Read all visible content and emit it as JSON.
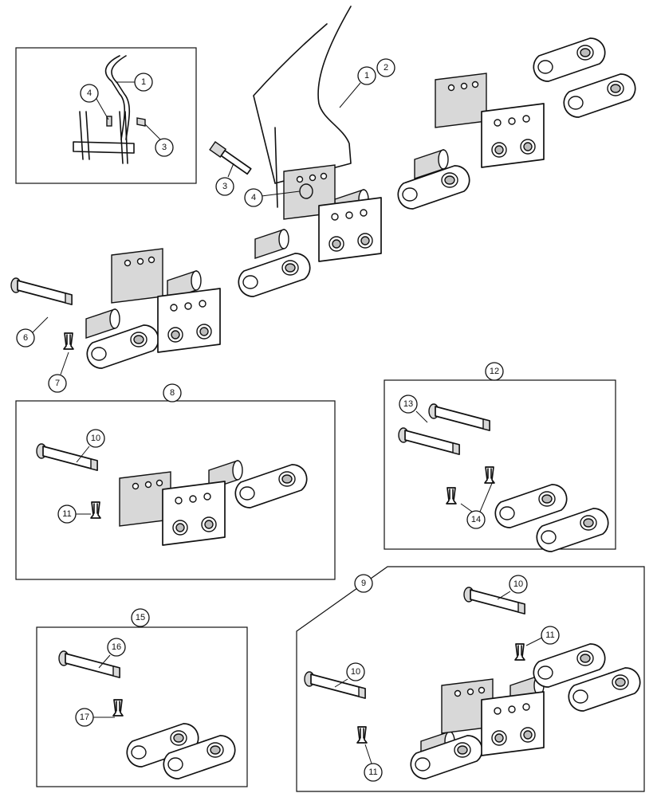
{
  "callouts": {
    "inset_top_left": {
      "c1": "1",
      "c4": "4",
      "c3": "3"
    },
    "main_chain": {
      "c1": "1",
      "c2": "2",
      "c3": "3",
      "c4": "4",
      "c6": "6",
      "c7": "7"
    },
    "group_8": {
      "title": "8",
      "c10": "10",
      "c11": "11"
    },
    "group_12": {
      "title": "12",
      "c13": "13",
      "c14": "14"
    },
    "group_15": {
      "title": "15",
      "c16": "16",
      "c17": "17"
    },
    "group_9": {
      "title": "9",
      "c10a": "10",
      "c11a": "11",
      "c10b": "10",
      "c11b": "11"
    }
  }
}
